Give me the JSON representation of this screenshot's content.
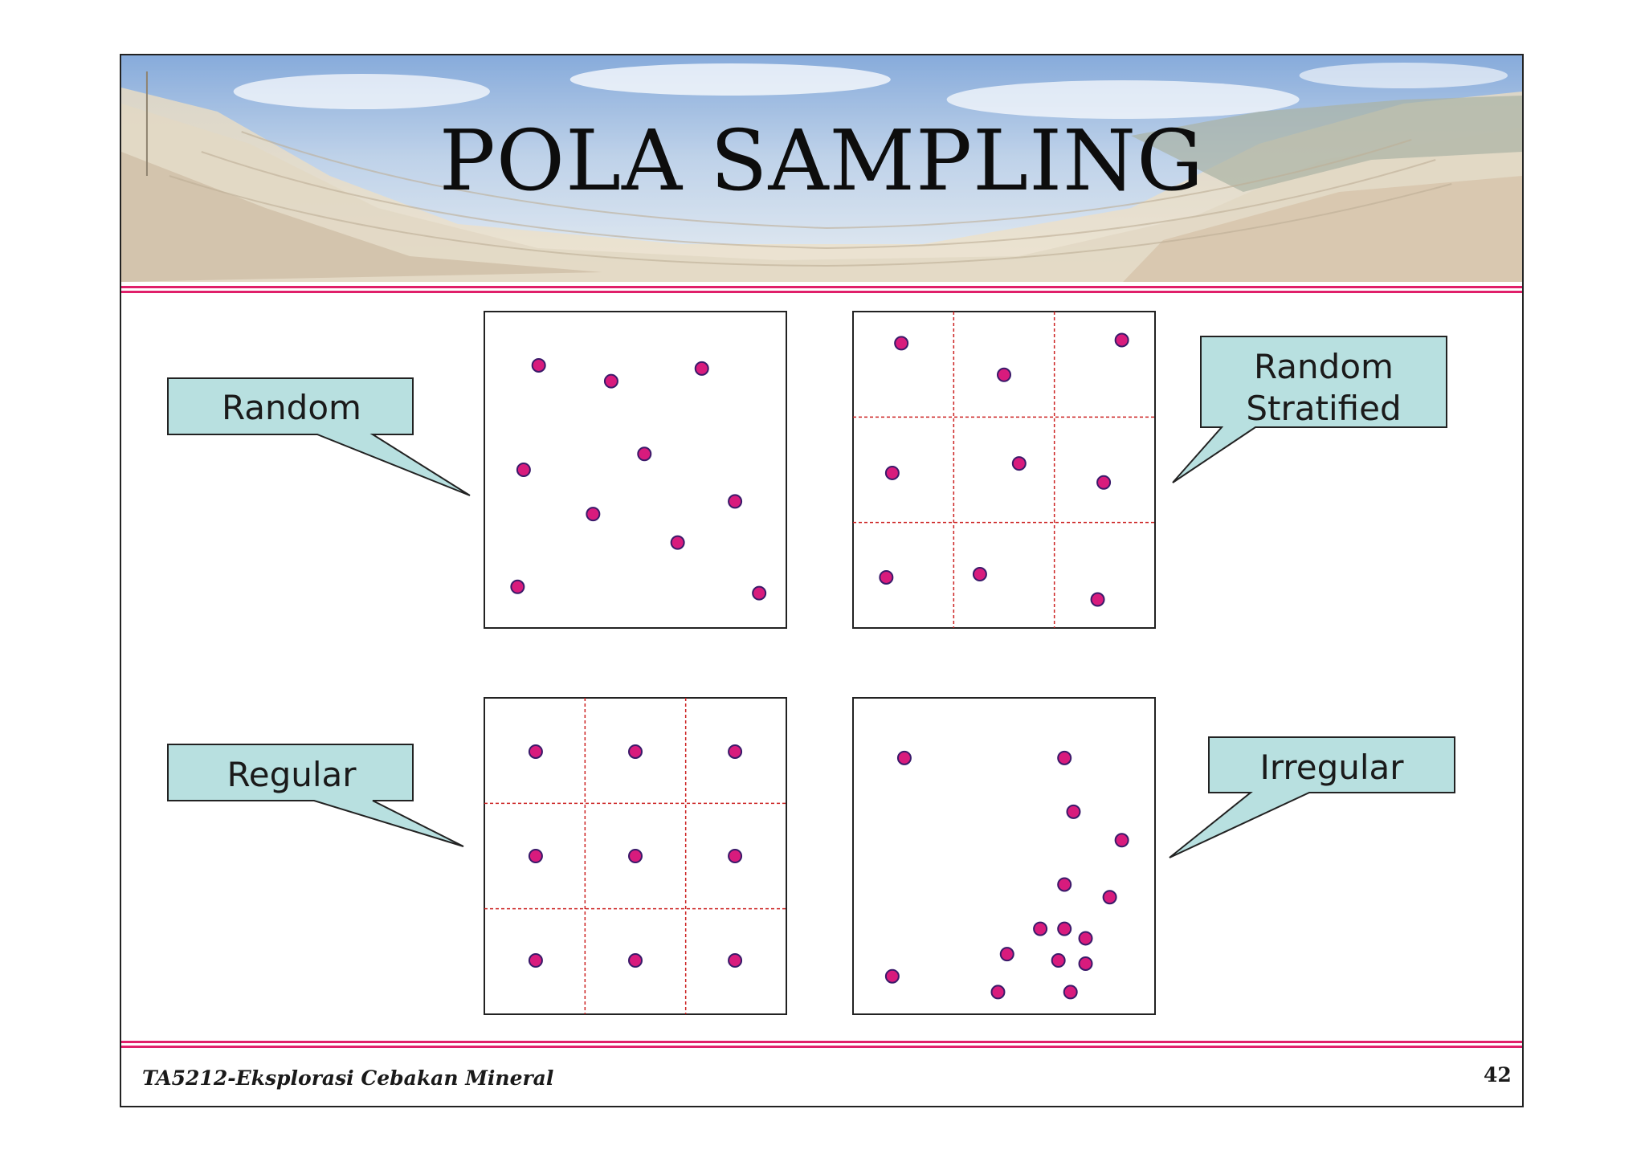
{
  "slide": {
    "title": "POLA SAMPLING",
    "footer": "TA5212-Eksplorasi Cebakan Mineral",
    "page_number": "42"
  },
  "colors": {
    "accent_rule": "#e0206a",
    "callout_fill": "#b8e0e0",
    "point_fill": "#d81b7d",
    "point_stroke": "#3a1a6a",
    "grid_line": "#cc2222"
  },
  "panels": [
    {
      "label": "Random",
      "grid": false,
      "points": [
        [
          0.18,
          0.17
        ],
        [
          0.42,
          0.22
        ],
        [
          0.72,
          0.18
        ],
        [
          0.53,
          0.45
        ],
        [
          0.13,
          0.5
        ],
        [
          0.83,
          0.6
        ],
        [
          0.36,
          0.64
        ],
        [
          0.64,
          0.73
        ],
        [
          0.11,
          0.87
        ],
        [
          0.91,
          0.89
        ]
      ]
    },
    {
      "label_lines": [
        "Random",
        "Stratified"
      ],
      "grid": true,
      "points": [
        [
          0.16,
          0.1
        ],
        [
          0.5,
          0.2
        ],
        [
          0.89,
          0.09
        ],
        [
          0.13,
          0.51
        ],
        [
          0.55,
          0.48
        ],
        [
          0.83,
          0.54
        ],
        [
          0.11,
          0.84
        ],
        [
          0.42,
          0.83
        ],
        [
          0.81,
          0.91
        ]
      ]
    },
    {
      "label": "Regular",
      "grid": true,
      "points": [
        [
          0.17,
          0.17
        ],
        [
          0.5,
          0.17
        ],
        [
          0.83,
          0.17
        ],
        [
          0.17,
          0.5
        ],
        [
          0.5,
          0.5
        ],
        [
          0.83,
          0.5
        ],
        [
          0.17,
          0.83
        ],
        [
          0.5,
          0.83
        ],
        [
          0.83,
          0.83
        ]
      ]
    },
    {
      "label": "Irregular",
      "grid": false,
      "points": [
        [
          0.17,
          0.19
        ],
        [
          0.7,
          0.19
        ],
        [
          0.73,
          0.36
        ],
        [
          0.89,
          0.45
        ],
        [
          0.7,
          0.59
        ],
        [
          0.85,
          0.63
        ],
        [
          0.62,
          0.73
        ],
        [
          0.7,
          0.73
        ],
        [
          0.77,
          0.76
        ],
        [
          0.51,
          0.81
        ],
        [
          0.68,
          0.83
        ],
        [
          0.77,
          0.84
        ],
        [
          0.13,
          0.88
        ],
        [
          0.48,
          0.93
        ],
        [
          0.72,
          0.93
        ]
      ]
    }
  ]
}
